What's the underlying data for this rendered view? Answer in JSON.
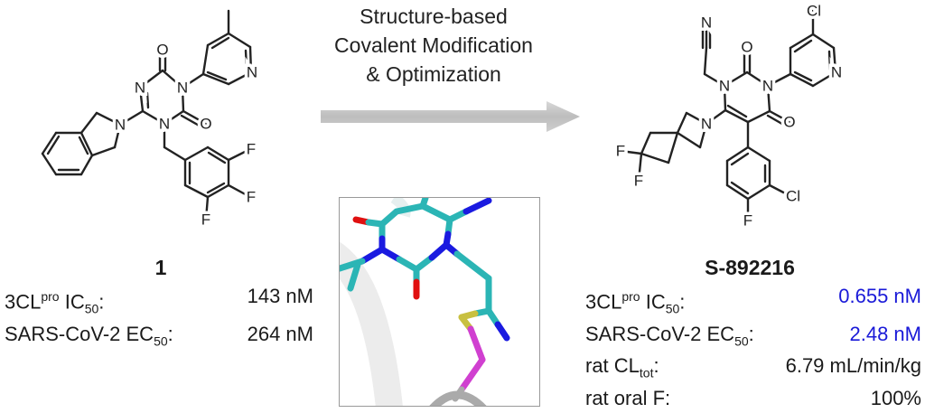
{
  "arrow": {
    "caption_lines": [
      "Structure-based",
      "Covalent Modification",
      "& Optimization"
    ]
  },
  "compound_1": {
    "name": "1",
    "atom_labels": [
      "O",
      "N",
      "N",
      "N",
      "O",
      "N",
      "N",
      "F",
      "F",
      "F"
    ],
    "properties": [
      {
        "label": "3CL",
        "sup": "pro",
        "label_tail": " IC",
        "sub": "50",
        "colon": ":",
        "value": "143 nM"
      },
      {
        "label": "SARS-CoV-2 EC",
        "sup": "",
        "label_tail": "",
        "sub": "50",
        "colon": ":",
        "value": "264 nM"
      }
    ]
  },
  "compound_2": {
    "name": "S-892216",
    "atom_labels": [
      "N",
      "N",
      "O",
      "N",
      "O",
      "N",
      "F",
      "F",
      "Cl",
      "F",
      "Cl",
      "N"
    ],
    "properties": [
      {
        "label": "3CL",
        "sup": "pro",
        "label_tail": " IC",
        "sub": "50",
        "colon": ":",
        "value": "0.655 nM",
        "highlight": true
      },
      {
        "label": "SARS-CoV-2 EC",
        "sup": "",
        "label_tail": "",
        "sub": "50",
        "colon": ":",
        "value": "2.48 nM",
        "highlight": true
      },
      {
        "label": "rat CL",
        "sup": "",
        "label_tail": "",
        "sub": "tot",
        "colon": ":",
        "value": "6.79 mL/min/kg",
        "highlight": false
      },
      {
        "label": "rat oral F:",
        "sup": "",
        "label_tail": "",
        "sub": "",
        "colon": "",
        "value": "100%",
        "highlight": false
      }
    ]
  },
  "colors": {
    "highlight": "#1a1ad8",
    "carbon": "#2bb5b5",
    "nitrogen": "#1a1ae0",
    "oxygen": "#e01010",
    "sulfur": "#c8c040",
    "cys": "#d040d0"
  }
}
